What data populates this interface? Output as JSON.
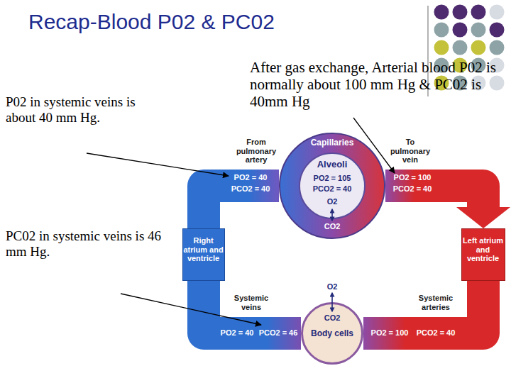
{
  "diagram": {
    "title": "Recap-Blood P02 & PC02",
    "nodes": [
      {
        "text": [
          "Capillaries",
          "CO2"
        ]
      },
      {
        "text": [
          "Alveoli",
          "PO2 = 105",
          "PCO2 = 40",
          "O2"
        ],
        "in": 0
      },
      {
        "text": [
          "Right atrium and ventricle"
        ]
      },
      {
        "text": [
          "Left atrium and ventricle"
        ]
      },
      {
        "text": [
          "O2",
          "CO2",
          "Body cells"
        ]
      }
    ],
    "edges": [
      {
        "from": 0,
        "to": 3,
        "arrow": "to"
      },
      {
        "from": 3,
        "to": 4,
        "arrow": "none"
      },
      {
        "from": 4,
        "to": 2,
        "arrow": "none"
      },
      {
        "from": 2,
        "to": 0,
        "arrow": "none"
      }
    ],
    "labels": [
      "P02 in systemic veins is about 40 mm Hg.",
      "PC02 in systemic veins is 46 mm Hg.",
      "After gas exchange, Arterial blood P02 is normally about 100 mm Hg & PC02 is 40mm Hg",
      "From pulmonary artery",
      "To pulmonary vein",
      "PO2 = 40",
      "PCO2 = 40",
      "PO2 = 100",
      "PCO2 = 40",
      "Systemic veins",
      "PO2 = 40",
      "PCO2 = 46",
      "Systemic arteries",
      "PO2 = 100",
      "PCO2 = 40"
    ]
  }
}
